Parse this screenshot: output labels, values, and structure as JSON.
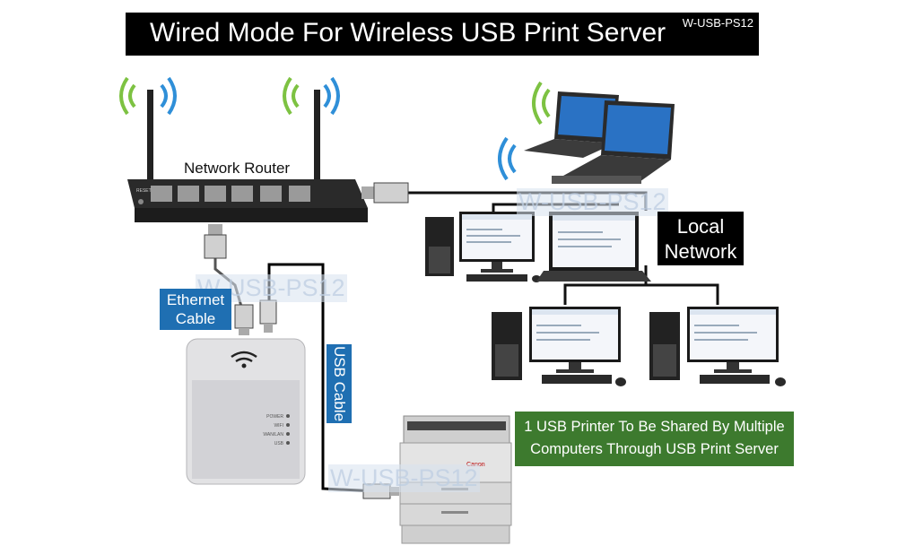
{
  "title": "Wired Mode For Wireless USB Print Server",
  "model_tag": "W-USB-PS12",
  "labels": {
    "router": "Network Router",
    "ethernet_line1": "Ethernet",
    "ethernet_line2": "Cable",
    "usb_cable": "USB Cable",
    "local_line1": "Local",
    "local_line2": "Network",
    "share_line1": "1 USB Printer To Be Shared By Multiple",
    "share_line2": "Computers Through USB Print Server",
    "router_reset": "RESET",
    "printer_brand": "Canon"
  },
  "watermarks": [
    "W-USB-PS12",
    "W-USB-PS12",
    "W-USB-PS12"
  ],
  "print_server_leds": [
    "POWER",
    "WIFI",
    "WAN/LAN",
    "USB"
  ],
  "colors": {
    "banner": "#000000",
    "cable_label": "#1f6fb2",
    "share_label": "#3d7a2e",
    "wifi_green": "#7dc242",
    "wifi_blue": "#2f8fd8",
    "network_line": "#111111"
  }
}
